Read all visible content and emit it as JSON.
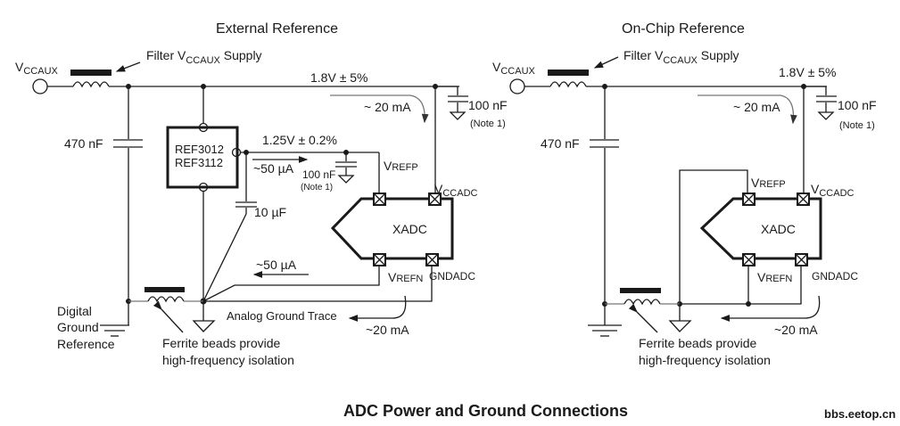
{
  "figure": {
    "title": "ADC Power and Ground Connections",
    "watermark": "bbs.eetop.cn"
  },
  "left": {
    "title": "External Reference",
    "vccaux": {
      "main": "V",
      "sub": "CCAUX"
    },
    "filter_label": {
      "pre": "Filter V",
      "sub": "CCAUX",
      "post": " Supply"
    },
    "supply_voltage": "1.8V ± 5%",
    "current_supply": "~ 20 mA",
    "cap_470": "470 nF",
    "ref_chip": [
      "REF3012",
      "REF3112"
    ],
    "ref_voltage": "1.25V ± 0.2%",
    "ref_current_out": "~50 µA",
    "cap_ref": "100 nF",
    "cap_ref_note": "(Note 1)",
    "cap_10u": "10 µF",
    "cap_vcc": "100 nF",
    "cap_vcc_note": "(Note 1)",
    "vrefp": {
      "main": "V",
      "sub": "REFP"
    },
    "vccadc": {
      "main": "V",
      "sub": "CCADC"
    },
    "vrefn": {
      "main": "V",
      "sub": "REFN"
    },
    "gndadc": "GNDADC",
    "xadc": "XADC",
    "ref_current_return": "~50 µA",
    "analog_ground_trace": "Analog Ground Trace",
    "current_return": "~20 mA",
    "digital_ground": [
      "Digital",
      "Ground",
      "Reference"
    ],
    "ferrite_note": [
      "Ferrite beads provide",
      "high-frequency isolation"
    ]
  },
  "right": {
    "title": "On-Chip Reference",
    "vccaux": {
      "main": "V",
      "sub": "CCAUX"
    },
    "filter_label": {
      "pre": "Filter V",
      "sub": "CCAUX",
      "post": " Supply"
    },
    "supply_voltage": "1.8V ± 5%",
    "current_supply": "~ 20 mA",
    "cap_470": "470 nF",
    "cap_vcc": "100 nF",
    "cap_vcc_note": "(Note 1)",
    "vrefp": {
      "main": "V",
      "sub": "REFP"
    },
    "vccadc": {
      "main": "V",
      "sub": "CCADC"
    },
    "vrefn": {
      "main": "V",
      "sub": "REFN"
    },
    "gndadc": "GNDADC",
    "xadc": "XADC",
    "current_return": "~20 mA",
    "ferrite_note": [
      "Ferrite beads provide",
      "high-frequency isolation"
    ]
  }
}
